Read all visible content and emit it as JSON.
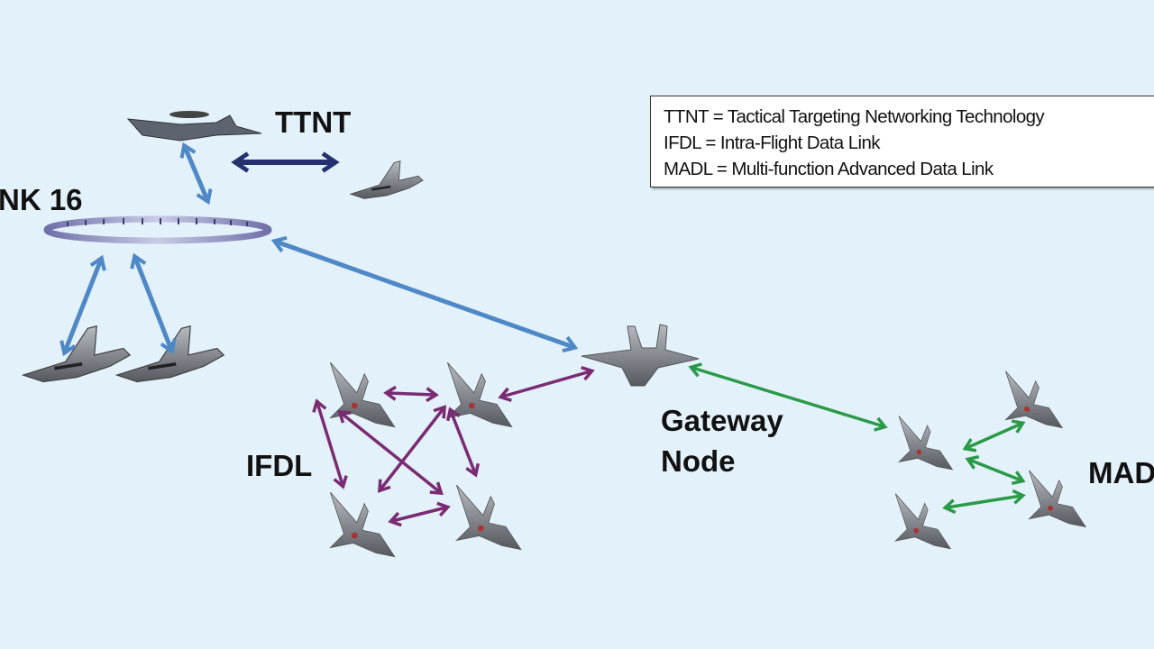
{
  "labels": {
    "link16": "NK 16",
    "ttnt": "TTNT",
    "ifdl": "IFDL",
    "gateway_line1": "Gateway",
    "gateway_line2": "Node",
    "madl": "MAD"
  },
  "legend": [
    "TTNT =  Tactical Targeting Networking Technology",
    "IFDL =  Intra-Flight Data Link",
    "MADL = Multi-function Advanced Data Link"
  ],
  "colors": {
    "background": "#e3f1fb",
    "link16_arrows": "#4f88c6",
    "ttnt_arrow": "#27306f",
    "ifdl_arrows": "#7a2b72",
    "madl_arrows": "#2a9a48"
  }
}
